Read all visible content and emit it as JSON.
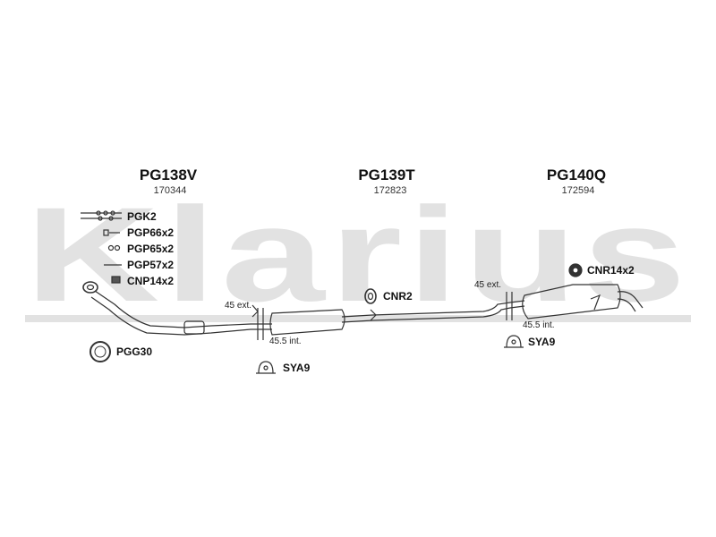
{
  "watermark": {
    "text": "Klarius"
  },
  "sections": [
    {
      "title": "PG138V",
      "code": "170344"
    },
    {
      "title": "PG139T",
      "code": "172823"
    },
    {
      "title": "PG140Q",
      "code": "172594"
    }
  ],
  "kit_parts": [
    "PGK2",
    "PGP66x2",
    "PGP65x2",
    "PGP57x2",
    "CNP14x2"
  ],
  "parts": {
    "gasket": "PGG30",
    "mount_front": "SYA9",
    "mount_rear": "SYA9",
    "rubber_mid": "CNR2",
    "rubber_rear": "CNR14x2"
  },
  "dimensions": {
    "front_ext": "45 ext.",
    "front_int": "45.5 int.",
    "rear_ext": "45 ext.",
    "rear_int": "45.5 int."
  }
}
